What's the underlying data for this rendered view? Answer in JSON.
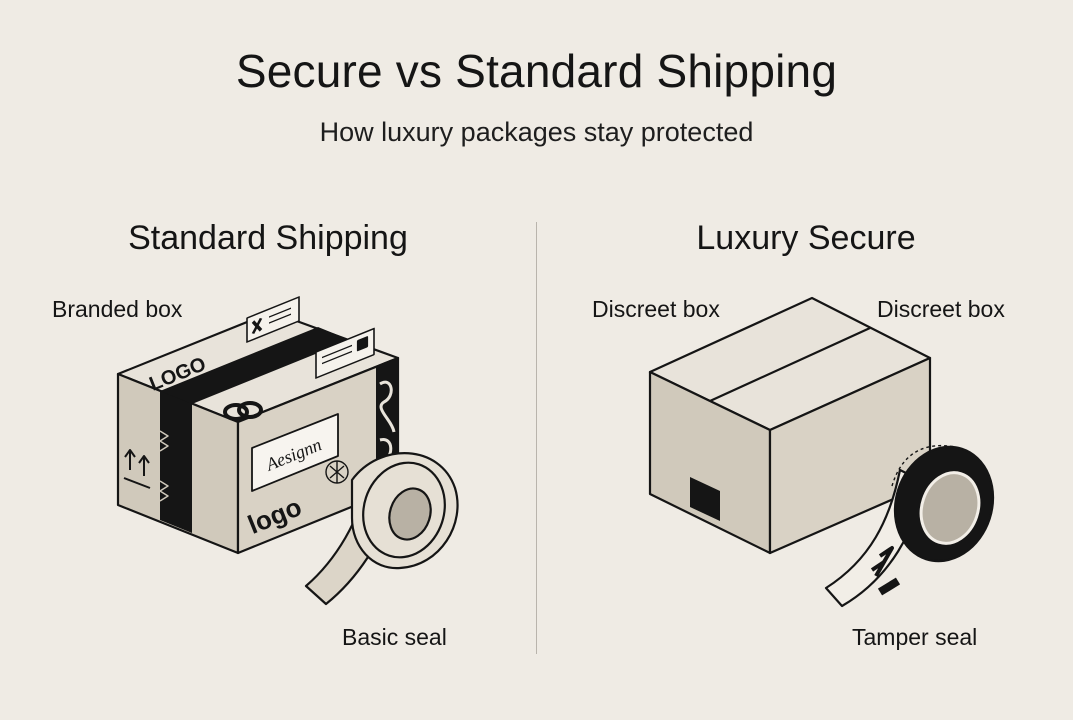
{
  "title": "Secure vs Standard Shipping",
  "subtitle": "How luxury packages stay protected",
  "left": {
    "heading": "Standard Shipping",
    "box_label": "Branded box",
    "seal_label": "Basic seal",
    "box_printing": [
      "LOGO",
      "logo",
      "Aesignn"
    ]
  },
  "right": {
    "heading": "Luxury Secure",
    "box_label_left": "Discreet box",
    "box_label_right": "Discreet box",
    "seal_label": "Tamper seal"
  },
  "colors": {
    "background": "#efebe4",
    "box": "#d7d0c3",
    "box_top": "#e8e3da",
    "ink": "#151515"
  }
}
